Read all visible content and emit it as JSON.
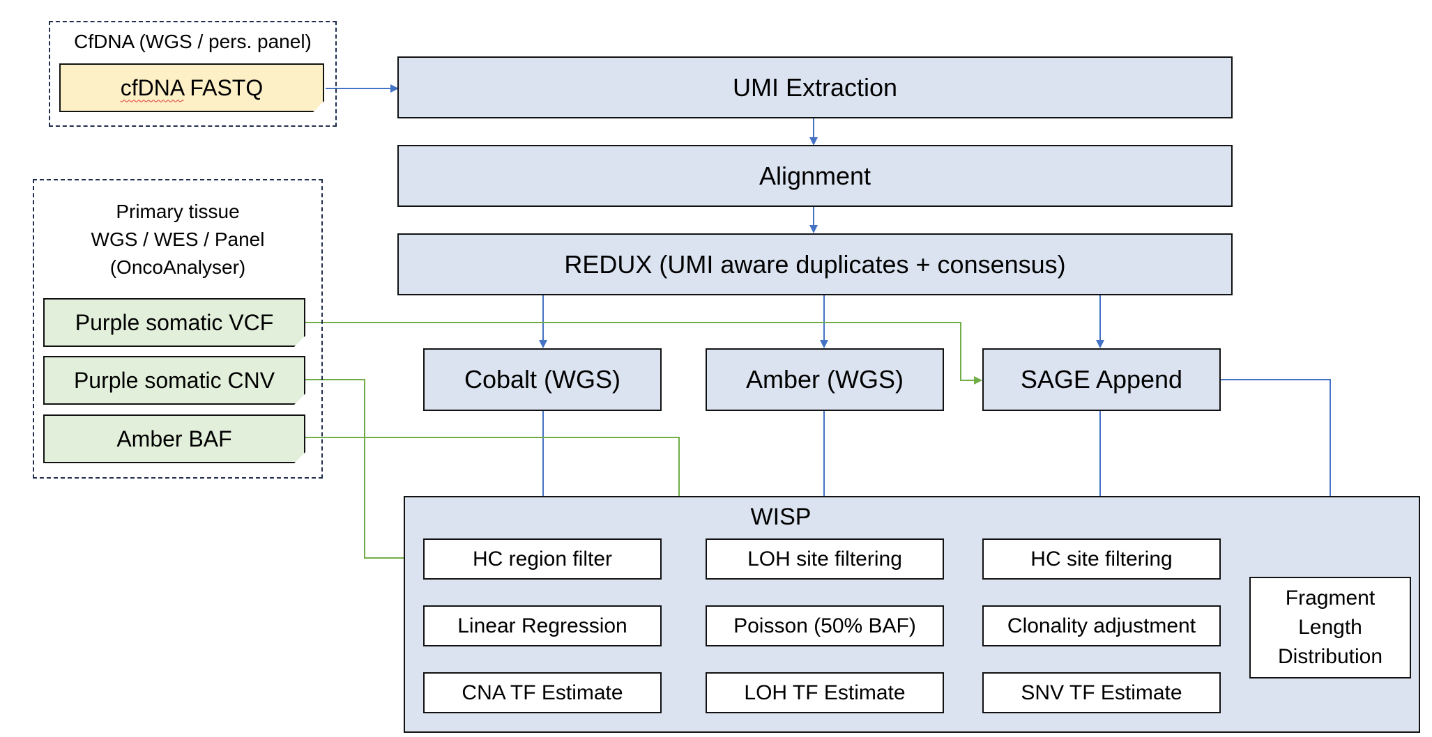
{
  "cfdna_group": {
    "title": "CfDNA (WGS / pers. panel)",
    "fastq": "cfDNA FASTQ"
  },
  "tissue_group": {
    "title_lines": [
      "Primary tissue",
      "WGS / WES / Panel",
      "(OncoAnalyser)"
    ],
    "inputs": [
      "Purple somatic VCF",
      "Purple somatic CNV",
      "Amber BAF"
    ]
  },
  "pipeline": {
    "umi": "UMI Extraction",
    "alignment": "Alignment",
    "redux": "REDUX (UMI aware duplicates + consensus)"
  },
  "tools": {
    "cobalt": "Cobalt (WGS)",
    "amber": "Amber (WGS)",
    "sage": "SAGE Append"
  },
  "wisp": {
    "title": "WISP",
    "cna": [
      "HC region filter",
      "Linear Regression",
      "CNA TF Estimate"
    ],
    "loh": [
      "LOH site filtering",
      "Poisson (50% BAF)",
      "LOH TF Estimate"
    ],
    "snv": [
      "HC site filtering",
      "Clonality adjustment",
      "SNV TF Estimate"
    ],
    "fragment_lines": [
      "Fragment",
      "Length",
      "Distribution"
    ]
  },
  "colors": {
    "blue_arrow": "#4472c4",
    "green_arrow": "#70ad47"
  }
}
